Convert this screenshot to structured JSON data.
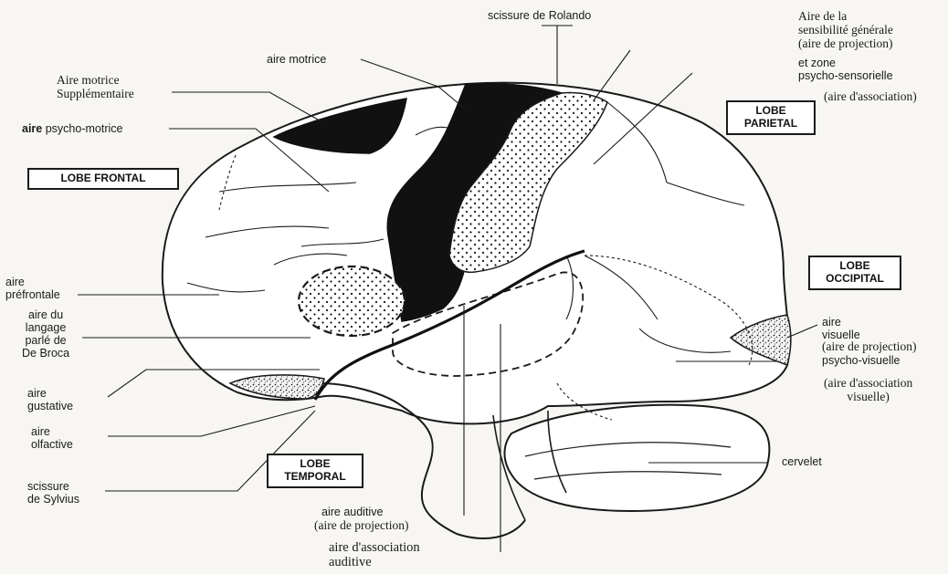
{
  "lobes": {
    "frontal": "LOBE FRONTAL",
    "parietal_1": "LOBE",
    "parietal_2": "PARIETAL",
    "occipital_1": "LOBE",
    "occipital_2": "OCCIPITAL",
    "temporal_1": "LOBE",
    "temporal_2": "TEMPORAL"
  },
  "labels": {
    "rolando": "scissure de Rolando",
    "sensibilite_1": "Aire de la",
    "sensibilite_2": "sensibilité générale",
    "sensibilite_3": "(aire de projection)",
    "psycho_sens_1": "et zone",
    "psycho_sens_2": "psycho-sensorielle",
    "psycho_sens_3": "(aire d'association)",
    "motrice": "aire motrice",
    "motrice_supp_1": "Aire motrice",
    "motrice_supp_2": "Supplémentaire",
    "psycho_motrice_a": "aire",
    "psycho_motrice_b": "psycho-motrice",
    "prefrontale_1": "aire",
    "prefrontale_2": "préfrontale",
    "broca_1": "aire du",
    "broca_2": "langage",
    "broca_3": "parlé de",
    "broca_4": "De Broca",
    "gustative_1": "aire",
    "gustative_2": "gustative",
    "olfactive_1": "aire",
    "olfactive_2": "olfactive",
    "sylvius_1": "scissure",
    "sylvius_2": "de Sylvius",
    "visuelle_1": "aire",
    "visuelle_2": "visuelle",
    "visuelle_3": "(aire de projection)",
    "psycho_visuelle": "psycho-visuelle",
    "assoc_visuelle_1": "(aire d'association",
    "assoc_visuelle_2": "visuelle)",
    "cervelet": "cervelet",
    "auditive_1": "aire   auditive",
    "auditive_2": "(aire de projection)",
    "assoc_auditive_1": "aire d'association",
    "assoc_auditive_2": "auditive"
  }
}
